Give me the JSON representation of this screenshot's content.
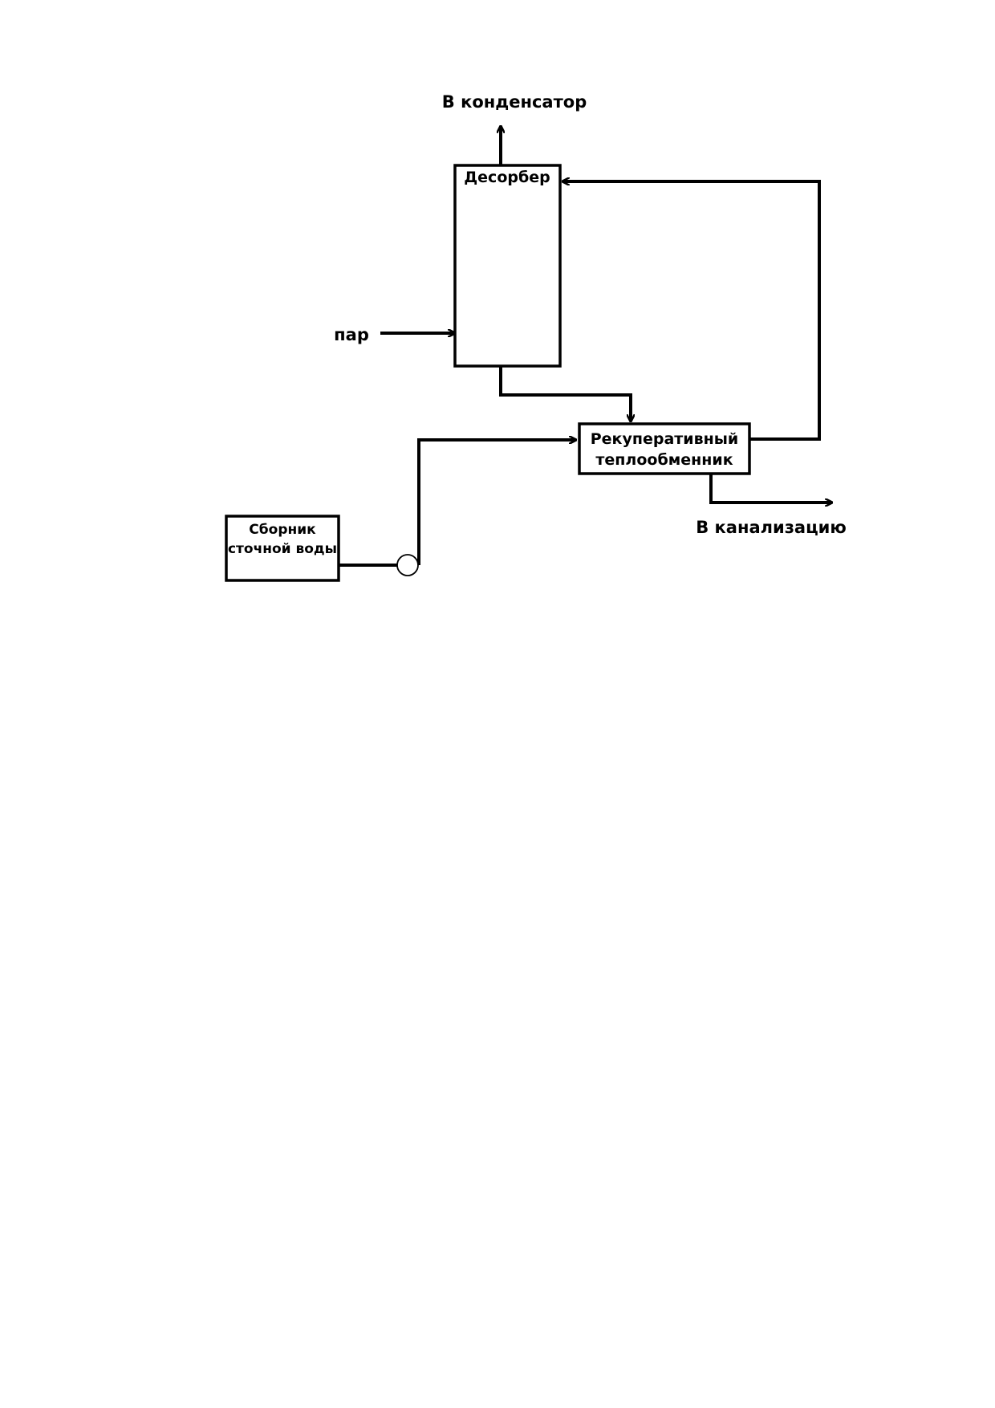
{
  "diagram": {
    "nodes": {
      "desorber": "Десорбер",
      "heat_exchanger": {
        "line1": "Рекуперативный",
        "line2": "теплообменник"
      },
      "wastewater_tank": {
        "line1": "Сборник",
        "line2": "сточной воды"
      }
    },
    "flow_labels": {
      "to_condenser": "В конденсатор",
      "steam": "пар",
      "to_sewer": "В канализацию"
    }
  }
}
